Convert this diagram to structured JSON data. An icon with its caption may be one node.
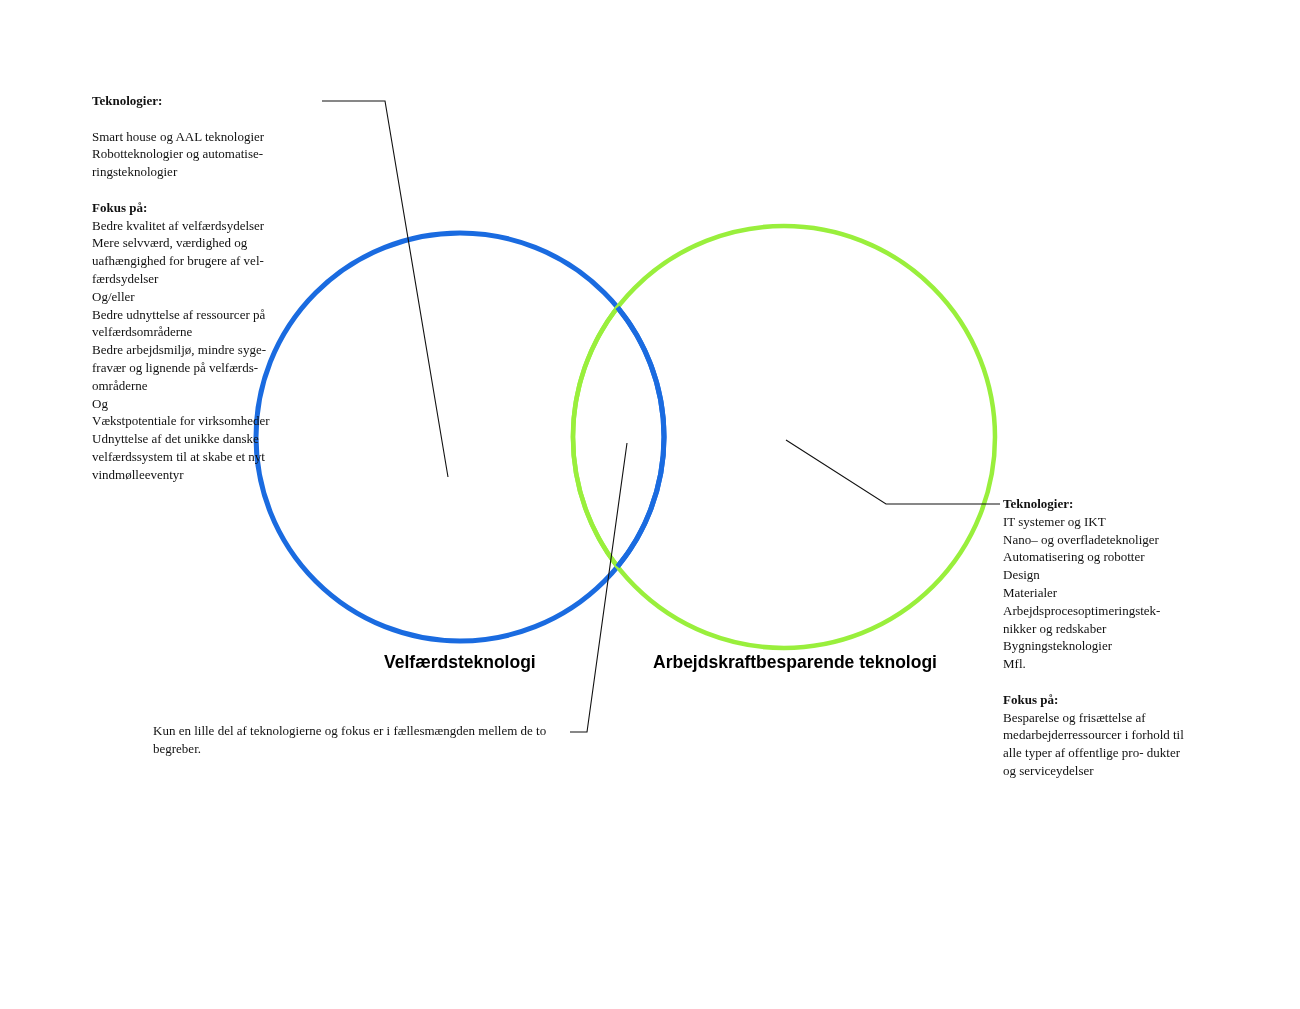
{
  "diagram": {
    "nodes": [
      {
        "text": [
          "Teknologier:",
          "Smart house og AAL teknologier",
          "Robotteknologier og automatise- ringsteknologier",
          "Fokus på:",
          "Bedre kvalitet af velfærdsydelser",
          "Mere selvværd, værdighed og uafhængighed for brugere af vel- færdsydelser",
          "Og/eller",
          "Bedre udnyttelse af ressourcer på velfærdsområderne",
          "Bedre arbejdsmiljø, mindre syge- fravær og lignende på velfærds- områderne",
          "Og",
          "Vækstpotentiale for virksomheder",
          "Udnyttelse af det unikke danske velfærdssystem til at skabe et nyt vindmølleeventyr"
        ]
      },
      {
        "text": [
          "Velfærdsteknologi"
        ]
      },
      {
        "text": [
          "Arbejdskraftbesparende teknologi"
        ]
      },
      {
        "text": [
          "Teknologier:",
          "IT systemer og IKT",
          "Nano– og overfladeteknoliger",
          "Automatisering og robotter",
          "Design",
          "Materialer",
          "Arbejdsprocesoptimeringstek- nikker og redskaber",
          "Bygningsteknologier",
          "Mfl.",
          "Fokus på:",
          "Besparelse og frisættelse af medarbejderressourcer i forhold til alle typer af offentlige pro- dukter og serviceydelser"
        ]
      },
      {
        "text": [
          "Kun en lille del af teknologierne og fokus er i fællesmængden mellem de to begreber."
        ]
      },
      {
        "text": [],
        "shape": "lens"
      }
    ],
    "edges": [
      {
        "from": 0,
        "to": 1,
        "arrow": "none"
      },
      {
        "from": 3,
        "to": 2,
        "arrow": "none"
      },
      {
        "from": 4,
        "to": 5,
        "arrow": "none"
      }
    ]
  }
}
